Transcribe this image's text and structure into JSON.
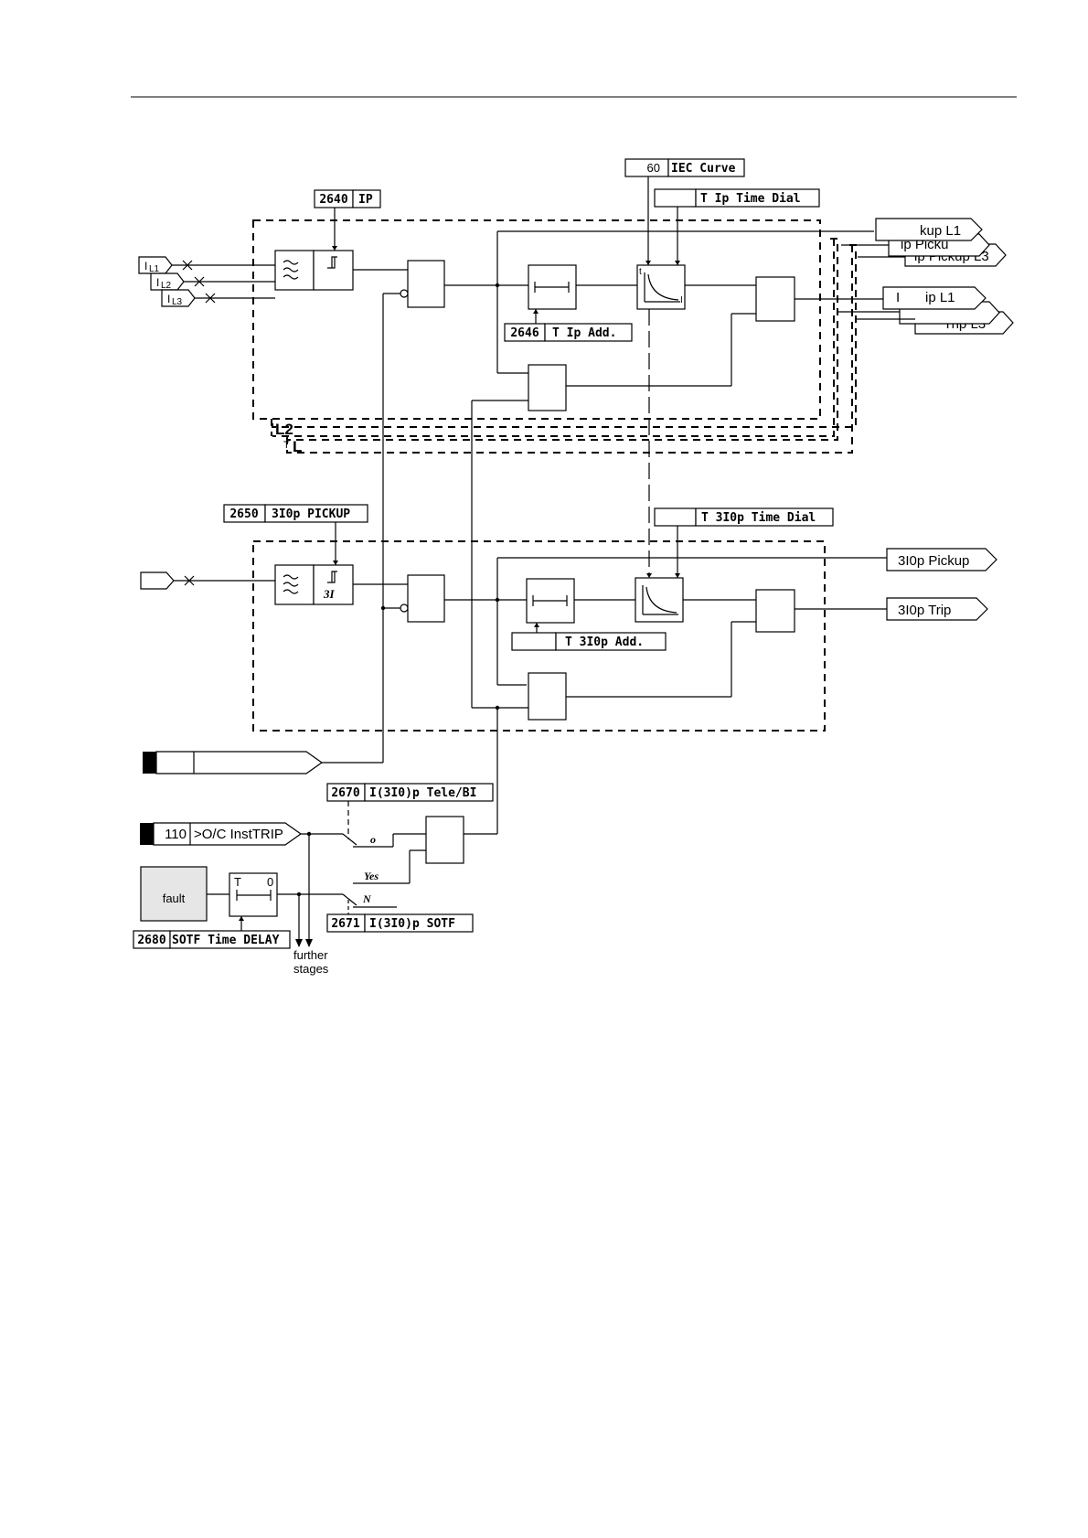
{
  "params": {
    "p60": {
      "num": "60",
      "label": "IEC Curve"
    },
    "p_tip_dial": {
      "num": "",
      "label": "T Ip Time Dial"
    },
    "p2640": {
      "num": "2640",
      "label": "IP"
    },
    "p2646": {
      "num": "2646",
      "label": "T Ip Add."
    },
    "p2650": {
      "num": "2650",
      "label": "3I0p PICKUP"
    },
    "p_t3i0p_dial": {
      "num": "",
      "label": "T 3I0p Time Dial"
    },
    "p_t3i0p_add": {
      "num": "",
      "label": "T 3I0p Add."
    },
    "p2670": {
      "num": "2670",
      "label": "I(3I0)p Tele/BI"
    },
    "p2671": {
      "num": "2671",
      "label": "I(3I0)p SOTF"
    },
    "p2680": {
      "num": "2680",
      "label": "SOTF Time DELAY"
    }
  },
  "inputs": {
    "il1": "I",
    "il1_sub": "L1",
    "il2": "I",
    "il2_sub": "L2",
    "il3": "I",
    "il3_sub": "L3",
    "inst_trip_num": "110",
    "inst_trip_label": ">O/C InstTRIP"
  },
  "outputs": {
    "pickup_l1": "kup L1",
    "pickup_l2": "ip Picku",
    "pickup_l3": "ip Pickup L3",
    "trip_l1_a": "I",
    "trip_l1_b": "ip L1",
    "trip_l3": "Trip L3",
    "i0_pickup": "3I0p Pickup",
    "i0_trip": "3I0p Trip"
  },
  "frames": {
    "l2": "L2",
    "l3": "L"
  },
  "blocks": {
    "t_axis": "t",
    "i_axis": "I",
    "three_i": "3I",
    "sotf_t": "T",
    "sotf_zero": "0",
    "fault": "fault",
    "further": "further",
    "stages": "stages"
  },
  "switch": {
    "pos_o": "o",
    "pos_yes": "Yes",
    "pos_n": "N"
  }
}
